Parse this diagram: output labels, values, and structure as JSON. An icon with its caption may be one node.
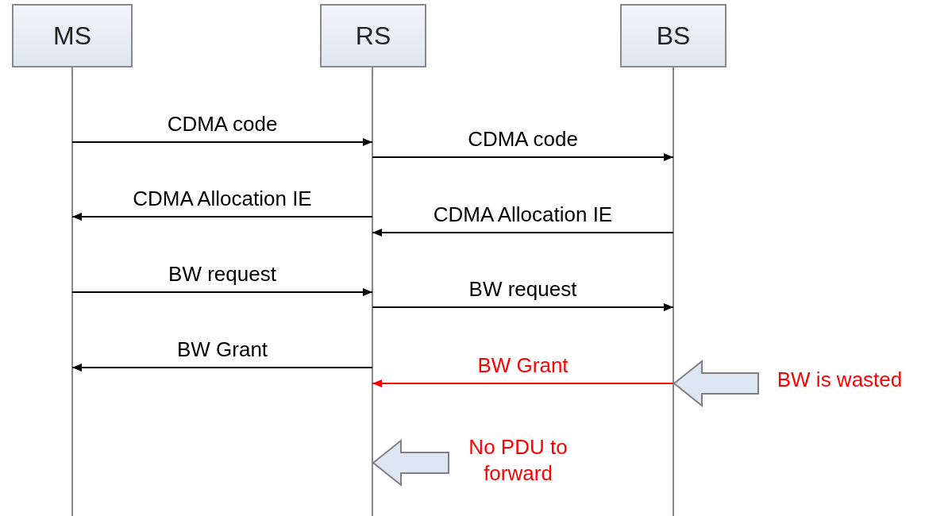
{
  "diagram": {
    "nodes": [
      {
        "text": [
          "MS"
        ]
      },
      {
        "text": [
          "RS"
        ]
      },
      {
        "text": [
          "BS"
        ]
      },
      {
        "text": [
          "BW is wasted"
        ]
      },
      {
        "text": [
          "No PDU to forward"
        ]
      }
    ],
    "edges": [
      {
        "from": 0,
        "to": 1,
        "arrow": "to",
        "label": "CDMA code"
      },
      {
        "from": 1,
        "to": 2,
        "arrow": "to",
        "label": "CDMA code"
      },
      {
        "from": 1,
        "to": 0,
        "arrow": "to",
        "label": "CDMA Allocation IE"
      },
      {
        "from": 2,
        "to": 1,
        "arrow": "to",
        "label": "CDMA Allocation IE"
      },
      {
        "from": 0,
        "to": 1,
        "arrow": "to",
        "label": "BW request"
      },
      {
        "from": 1,
        "to": 2,
        "arrow": "to",
        "label": "BW request"
      },
      {
        "from": 1,
        "to": 0,
        "arrow": "to",
        "label": "BW Grant"
      },
      {
        "from": 2,
        "to": 1,
        "arrow": "to",
        "label": "BW Grant",
        "color": "#ff0000"
      },
      {
        "from": 3,
        "to": 2,
        "arrow": "to",
        "style": "thick"
      },
      {
        "from": 4,
        "to": 1,
        "arrow": "to",
        "style": "thick"
      }
    ]
  }
}
